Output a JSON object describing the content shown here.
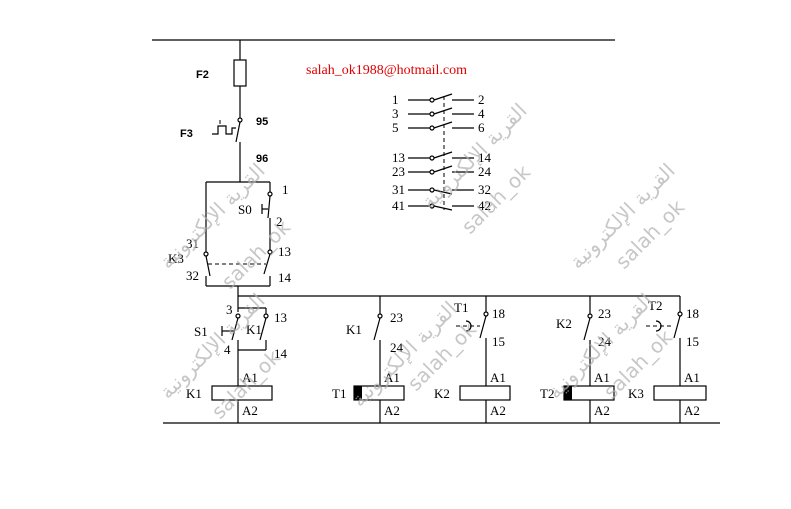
{
  "email": "salah_ok1988@hotmail.com",
  "watermark_arabic": "القرية الإلكترونية",
  "watermark_latin": "salah_ok",
  "fuses": {
    "f2": "F2",
    "f3": "F3"
  },
  "overload": {
    "t95": "95",
    "t96": "96"
  },
  "stop_button": {
    "name": "S0",
    "t1": "1",
    "t2": "2"
  },
  "k3_interlock": {
    "name": "K3",
    "t31": "31",
    "t32": "32",
    "t13": "13",
    "t14": "14"
  },
  "start_button": {
    "name": "S1",
    "t3": "3",
    "t4": "4"
  },
  "k1_hold": {
    "name": "K1",
    "t13": "13",
    "t14": "14"
  },
  "branches": {
    "k1_contact": {
      "name": "K1",
      "t23": "23",
      "t24": "24"
    },
    "t1_contact": {
      "name": "T1",
      "t18": "18",
      "t15": "15"
    },
    "k2_contact": {
      "name": "K2",
      "t23": "23",
      "t24": "24"
    },
    "t2_contact": {
      "name": "T2",
      "t18": "18",
      "t15": "15"
    }
  },
  "coils": [
    {
      "name": "K1",
      "a1": "A1",
      "a2": "A2"
    },
    {
      "name": "T1",
      "a1": "A1",
      "a2": "A2"
    },
    {
      "name": "K2",
      "a1": "A1",
      "a2": "A2"
    },
    {
      "name": "T2",
      "a1": "A1",
      "a2": "A2"
    },
    {
      "name": "K3",
      "a1": "A1",
      "a2": "A2"
    }
  ],
  "contact_table": {
    "left": [
      "1",
      "3",
      "5",
      "13",
      "23",
      "31",
      "41"
    ],
    "right": [
      "2",
      "4",
      "6",
      "14",
      "24",
      "32",
      "42"
    ]
  }
}
